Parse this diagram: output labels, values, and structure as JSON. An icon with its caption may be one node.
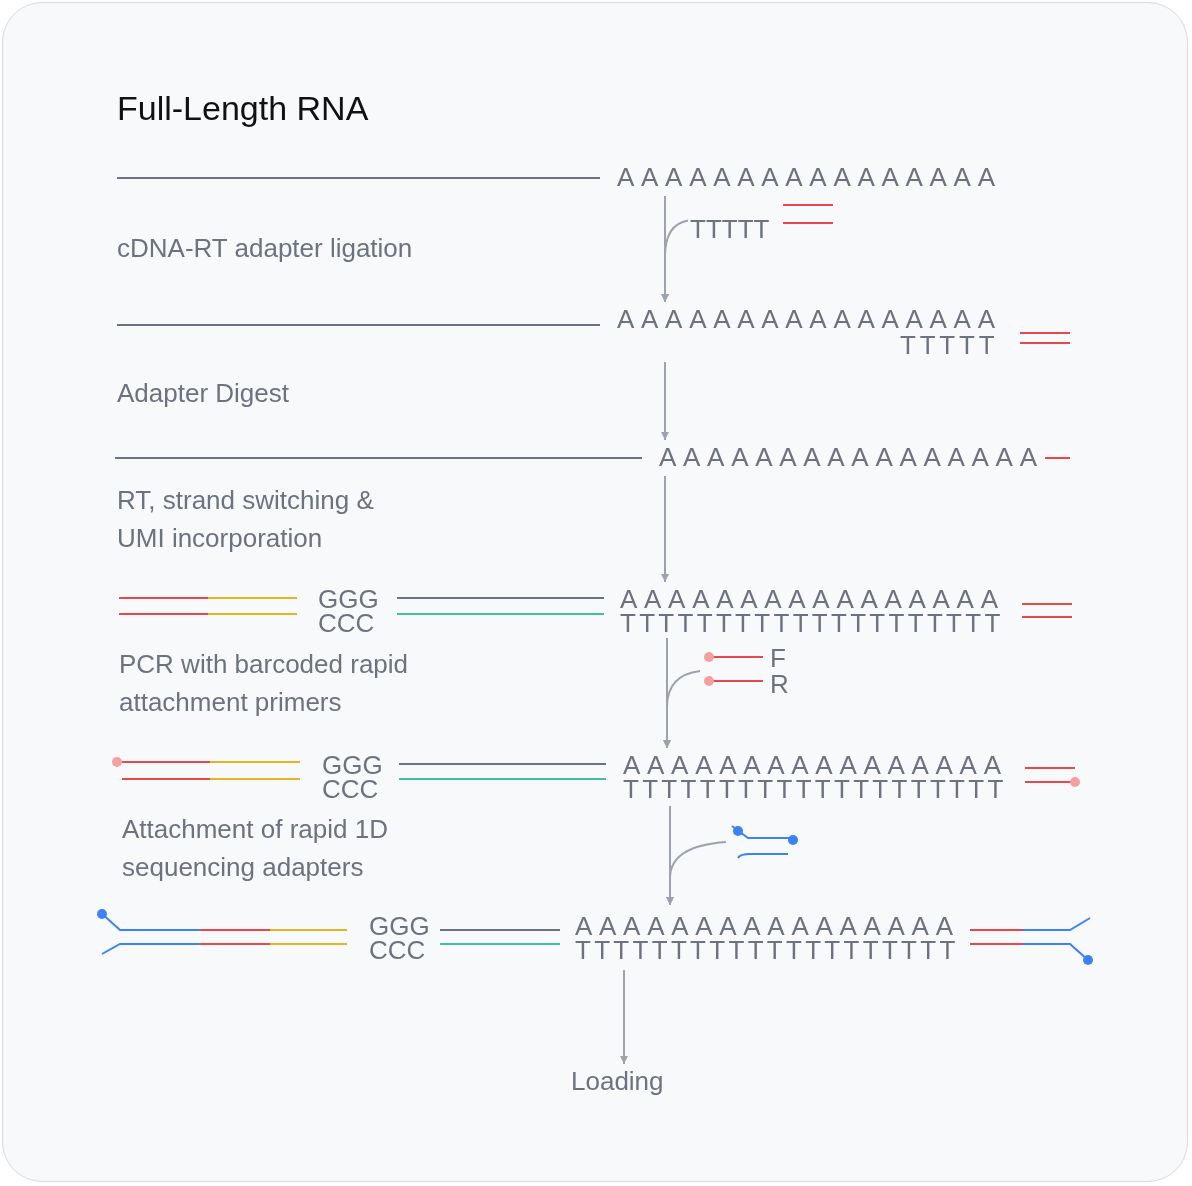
{
  "diagram": {
    "title": "Full-Length RNA",
    "nodes": [
      {
        "text": [
          "AAAAAAAAAAAAAAAA"
        ]
      },
      {
        "text": [
          "TTTTT"
        ]
      },
      {
        "text": [
          "AAAAAAAAAAAAAAAA",
          "TTTTT"
        ]
      },
      {
        "text": [
          "AAAAAAAAAAAAAAAA"
        ]
      },
      {
        "text": [
          "GGG",
          "CCC",
          "AAAAAAAAAAAAAAAA",
          "TTTTTTTTTTTTTTTTTTTT"
        ]
      },
      {
        "text": [
          "F",
          "R"
        ]
      },
      {
        "text": [
          "GGG",
          "CCC",
          "AAAAAAAAAAAAAAAA",
          "TTTTTTTTTTTTTTTTTTTT"
        ]
      },
      {
        "text": [],
        "shape": "picture"
      },
      {
        "text": [
          "GGG",
          "CCC",
          "AAAAAAAAAAAAAAAA",
          "TTTTTTTTTTTTTTTTTTTT"
        ]
      },
      {
        "text": [
          "Loading"
        ]
      }
    ],
    "edges": [
      {
        "from": 0,
        "to": 2,
        "arrow": "to"
      },
      {
        "from": 1,
        "to": 2,
        "arrow": "to"
      },
      {
        "from": 2,
        "to": 3,
        "arrow": "to"
      },
      {
        "from": 3,
        "to": 4,
        "arrow": "to"
      },
      {
        "from": 4,
        "to": 6,
        "arrow": "to"
      },
      {
        "from": 5,
        "to": 6,
        "arrow": "to"
      },
      {
        "from": 6,
        "to": 8,
        "arrow": "to"
      },
      {
        "from": 7,
        "to": 8,
        "arrow": "to"
      },
      {
        "from": 8,
        "to": 9,
        "arrow": "to"
      }
    ],
    "labels": [
      "cDNA-RT adapter ligation",
      "Adapter Digest",
      "RT, strand switching & UMI incorporation",
      "PCR with barcoded rapid attachment primers",
      "Attachment of rapid 1D sequencing adapters"
    ]
  }
}
